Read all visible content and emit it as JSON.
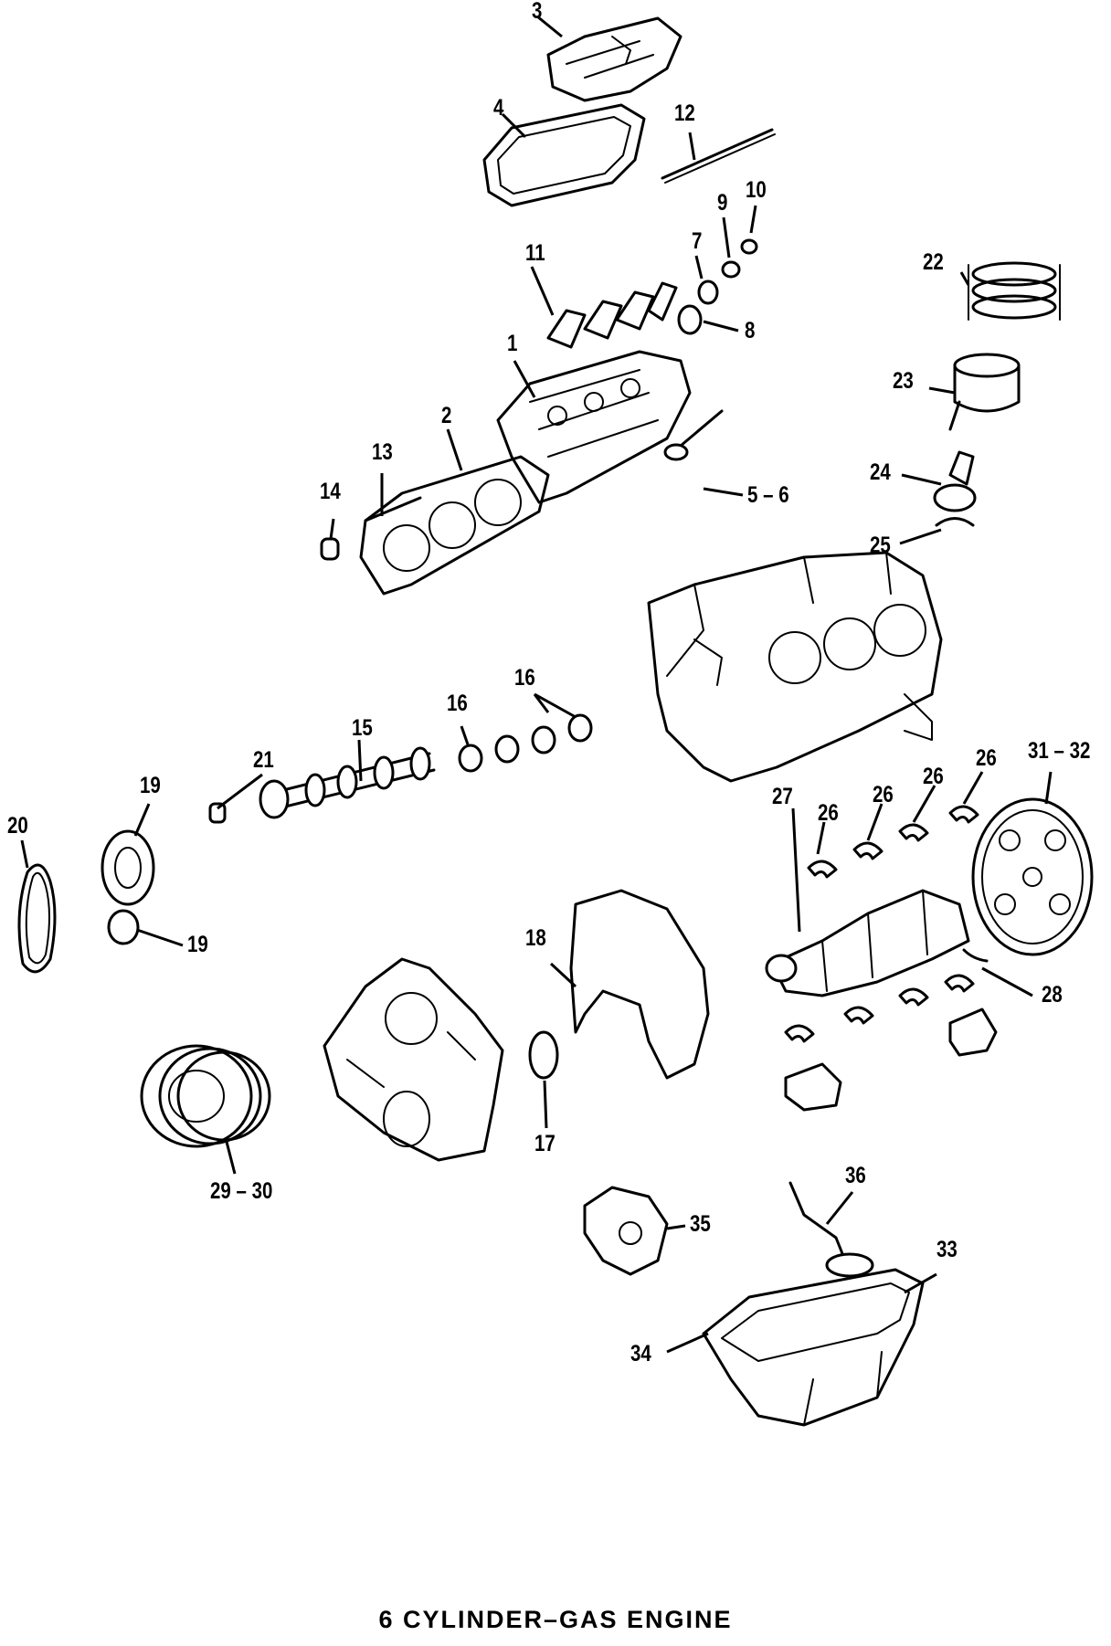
{
  "caption": "6 CYLINDER–GAS ENGINE",
  "callouts": {
    "c1": "1",
    "c2": "2",
    "c3": "3",
    "c4": "4",
    "c5_6": "5 – 6",
    "c7": "7",
    "c8": "8",
    "c9": "9",
    "c10": "10",
    "c11": "11",
    "c12": "12",
    "c13": "13",
    "c14": "14",
    "c15": "15",
    "c16a": "16",
    "c16b": "16",
    "c17": "17",
    "c18": "18",
    "c19a": "19",
    "c19b": "19",
    "c20": "20",
    "c21": "21",
    "c22": "22",
    "c23": "23",
    "c24": "24",
    "c25": "25",
    "c26a": "26",
    "c26b": "26",
    "c26c": "26",
    "c26d": "26",
    "c27": "27",
    "c28": "28",
    "c29_30": "29 – 30",
    "c31_32": "31 – 32",
    "c33": "33",
    "c34": "34",
    "c35": "35",
    "c36": "36"
  }
}
